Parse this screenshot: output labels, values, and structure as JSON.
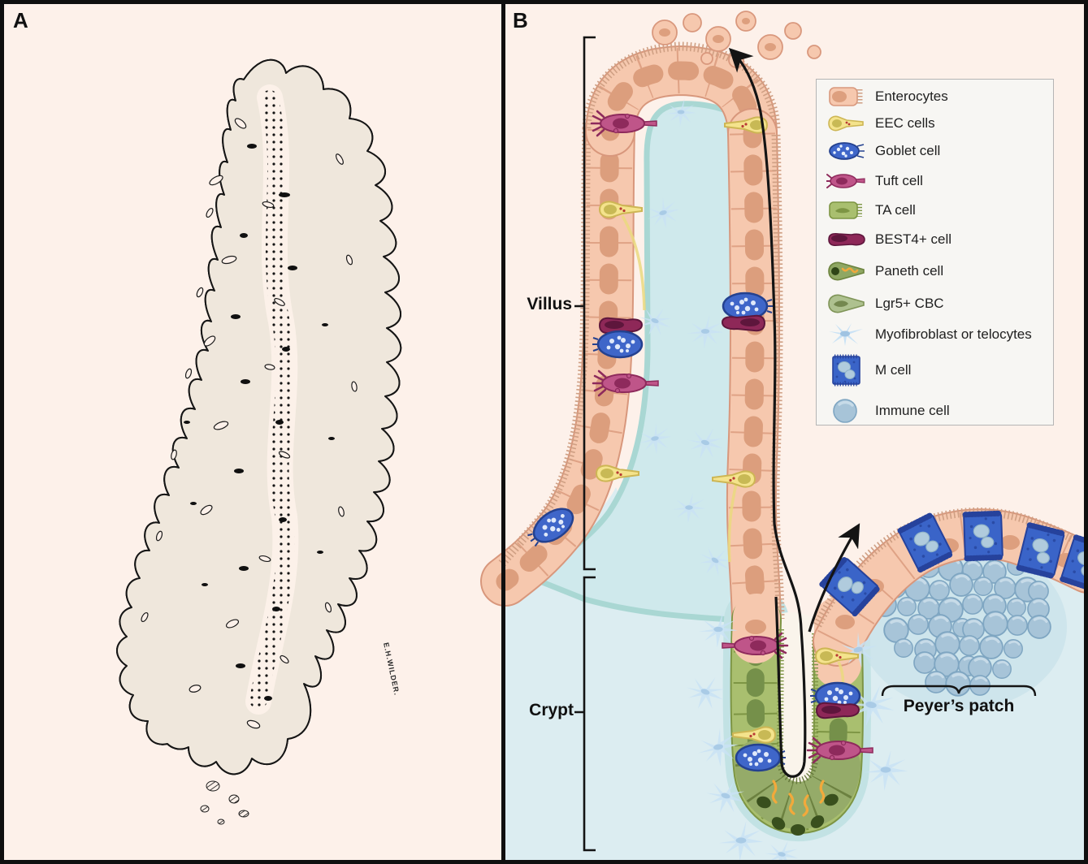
{
  "figure": {
    "panels": {
      "a": {
        "label": "A",
        "signature": "E.H.WILDER."
      },
      "b": {
        "label": "B",
        "region_labels": {
          "villus": "Villus",
          "crypt": "Crypt",
          "peyers_patch": "Peyer’s patch"
        },
        "legend": {
          "items": [
            {
              "icon": "enterocyte-icon",
              "label": "Enterocytes"
            },
            {
              "icon": "eec-icon",
              "label": "EEC cells"
            },
            {
              "icon": "goblet-icon",
              "label": "Goblet cell"
            },
            {
              "icon": "tuft-icon",
              "label": "Tuft cell"
            },
            {
              "icon": "ta-icon",
              "label": "TA cell"
            },
            {
              "icon": "best4-icon",
              "label": "BEST4+ cell"
            },
            {
              "icon": "paneth-icon",
              "label": "Paneth cell"
            },
            {
              "icon": "lgr5-icon",
              "label": "Lgr5+ CBC"
            },
            {
              "icon": "myofibroblast-icon",
              "label": "Myofibroblast or telocytes"
            },
            {
              "icon": "m-cell-icon",
              "label": "M cell"
            },
            {
              "icon": "immune-cell-icon",
              "label": "Immune cell"
            }
          ]
        }
      }
    },
    "colors": {
      "lumen_pink": "#fdf1ea",
      "tissue_blue": "#dcedf1",
      "villus_core_blue": "#cfe9ec",
      "enterocyte": "#f6c8ae",
      "enterocyte_nucleus": "#dd9f7e",
      "eec_yellow": "#f4e38c",
      "goblet_blue": "#3f66c9",
      "tuft_magenta": "#bf5589",
      "ta_green": "#a9bf6f",
      "best4_maroon": "#8e2858",
      "paneth_olive": "#93aa64",
      "paneth_granule_orange": "#f2a93b",
      "lgr5_sage": "#aec18f",
      "myofibroblast_blue": "#c9e2f4",
      "m_cell_blue": "#3a64c8",
      "immune_blue": "#a7c4d8",
      "ink_black": "#141414"
    }
  }
}
